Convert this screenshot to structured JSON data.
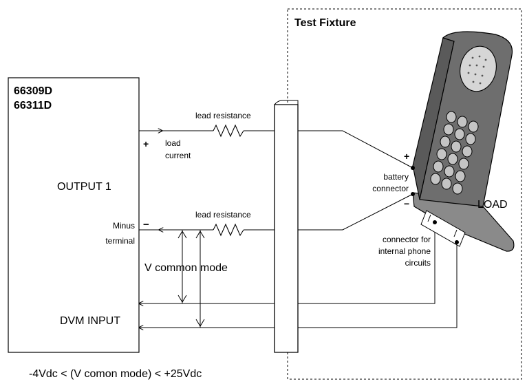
{
  "supply": {
    "model_1": "66309D",
    "model_2": "66311D",
    "output": "OUTPUT 1",
    "minus_label_1": "Minus",
    "minus_label_2": "terminal",
    "dvm": "DVM INPUT"
  },
  "wiring": {
    "lead_resistance_top": "lead resistance",
    "lead_resistance_bottom": "lead resistance",
    "plus_sign": "+",
    "minus_sign": "−",
    "load_current_1": "load",
    "load_current_2": "current",
    "v_common_mode": "V common mode"
  },
  "fixture": {
    "title": "Test Fixture",
    "plus_sign": "+",
    "minus_sign": "−",
    "battery_1": "battery",
    "battery_2": "connector",
    "conn_1": "connector for",
    "conn_2": "internal phone",
    "conn_3": "circuits",
    "load": "LOAD"
  },
  "footer": {
    "note": "-4Vdc < (V comon mode) < +25Vdc"
  },
  "colors": {
    "line": "#000000",
    "phone_body": "#6e6e6e",
    "phone_flap": "#8a8a8a",
    "phone_key": "#c4c4c4",
    "speaker": "#d6d6d6"
  }
}
